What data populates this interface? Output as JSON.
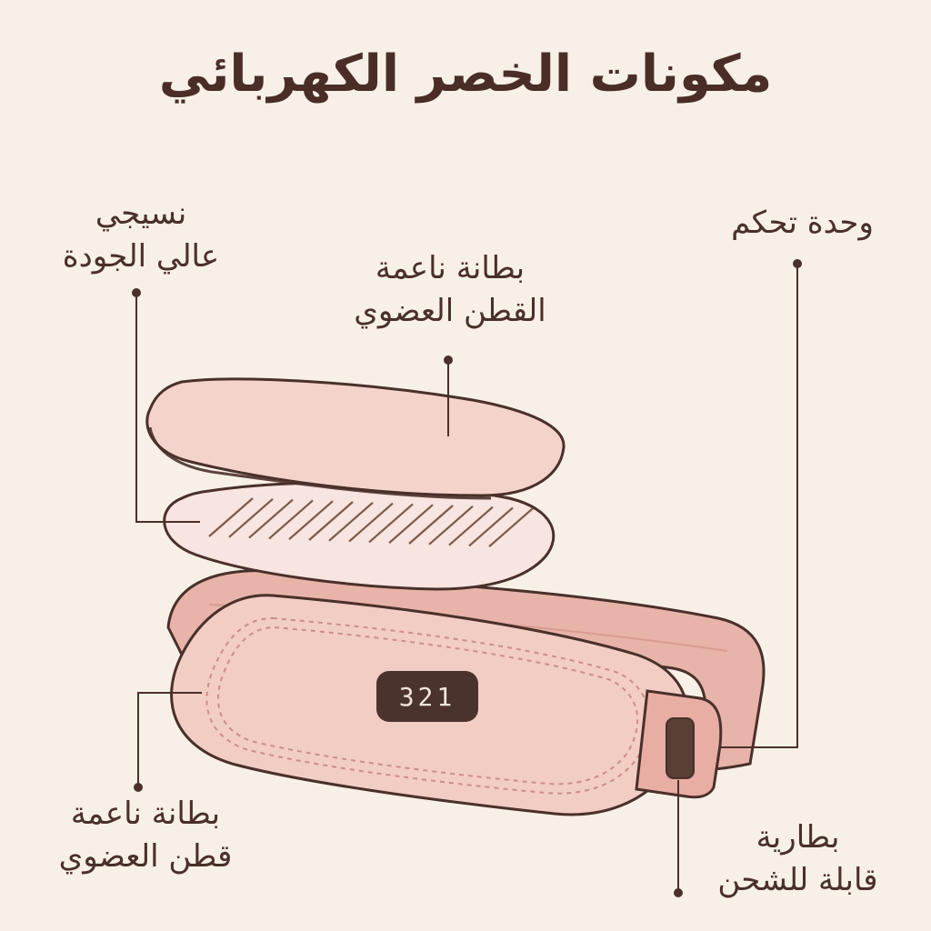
{
  "title": "مكونات الخصر الكهربائي",
  "labels": {
    "fabric": {
      "line1": "نسيجي",
      "line2": "عالي الجودة"
    },
    "liner": {
      "line1": "بطانة ناعمة",
      "line2": "القطن العضوي"
    },
    "control": {
      "line1": "وحدة تحكم"
    },
    "pad": {
      "line1": "بطانة ناعمة",
      "line2": "قطن العضوي"
    },
    "battery": {
      "line1": "بطارية",
      "line2": "قابلة للشحن"
    }
  },
  "display": {
    "value": "321"
  },
  "colors": {
    "background": "#f7f0e6",
    "pink": "#efc4bb",
    "pink_light": "#f4d9d3",
    "liner_light": "#f8e4e0",
    "stroke": "#4a302a",
    "display_bg": "#4a332d"
  }
}
